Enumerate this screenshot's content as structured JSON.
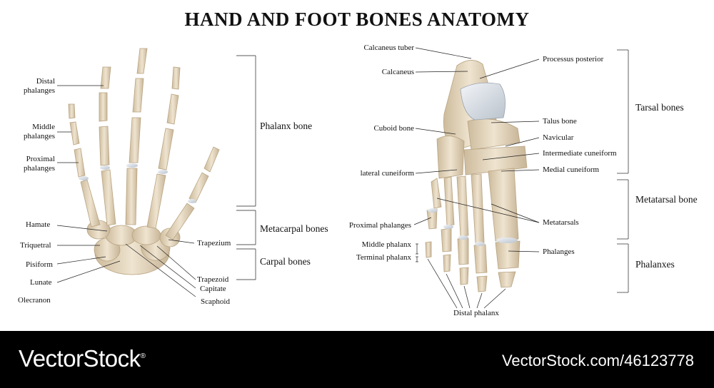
{
  "title": "HAND AND FOOT BONES ANATOMY",
  "colors": {
    "bone": "#e6d9c2",
    "bone_shade": "#c9b79a",
    "cartilage": "#d7dde4",
    "footer": "#000000"
  },
  "hand": {
    "labels": {
      "distal_phalanges": "Distal\nphalanges",
      "middle_phalanges": "Middle\nphalanges",
      "proximal_phalanges": "Proximal\nphalanges",
      "hamate": "Hamate",
      "triquetral": "Triquetral",
      "pisiform": "Pisiform",
      "lunate": "Lunate",
      "olecranon": "Olecranon",
      "trapezium": "Trapezium",
      "trapezoid": "Trapezoid",
      "capitate": "Capitate",
      "scaphoid": "Scaphoid"
    },
    "groups": {
      "phalanx": "Phalanx bone",
      "metacarpal": "Metacarpal bones",
      "carpal": "Carpal bones"
    }
  },
  "foot": {
    "labels": {
      "calcaneus_tuber": "Calcaneus tuber",
      "calcaneus": "Calcaneus",
      "cuboid": "Cuboid bone",
      "lateral_cuneiform": "lateral cuneiform",
      "proximal_phalanges": "Proximal phalanges",
      "middle_phalanx": "Middle phalanx",
      "terminal_phalanx": "Terminal phalanx",
      "distal_phalanx": "Distal phalanx",
      "processus_posterior": "Processus posterior",
      "talus": "Talus  bone",
      "navicular": "Navicular",
      "intermediate_cuneiform": "Intermediate cuneiform",
      "medial_cuneiform": "Medial cuneiform",
      "metatarsals": "Metatarsals",
      "phalanges": "Phalanges"
    },
    "groups": {
      "tarsal": "Tarsal bones",
      "metatarsal": "Metatarsal bone",
      "phalanxes": "Phalanxes"
    }
  },
  "footer": {
    "brand": "VectorStock",
    "brand_mark": "®",
    "url": "VectorStock.com/46123778"
  }
}
